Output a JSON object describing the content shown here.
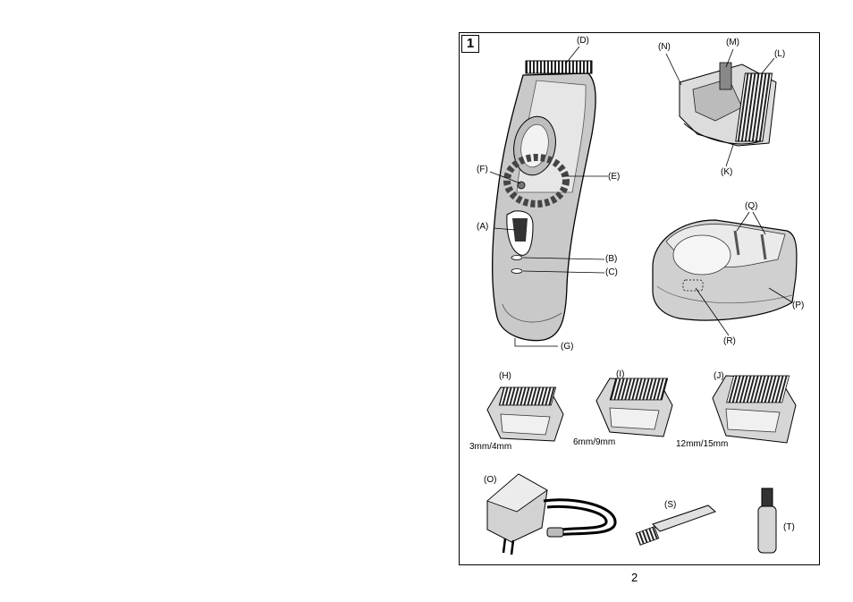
{
  "figure": {
    "number": "1",
    "parts": {
      "A": "(A)",
      "B": "(B)",
      "C": "(C)",
      "D": "(D)",
      "E": "(E)",
      "F": "(F)",
      "G": "(G)",
      "H": "(H)",
      "I": "(I)",
      "J": "(J)",
      "K": "(K)",
      "L": "(L)",
      "M": "(M)",
      "N": "(N)",
      "O": "(O)",
      "P": "(P)",
      "Q": "(Q)",
      "R": "(R)",
      "S": "(S)",
      "T": "(T)"
    },
    "comb_sizes": {
      "H": "3mm/4mm",
      "I": "6mm/9mm",
      "J": "12mm/15mm"
    }
  },
  "page_number": "2"
}
